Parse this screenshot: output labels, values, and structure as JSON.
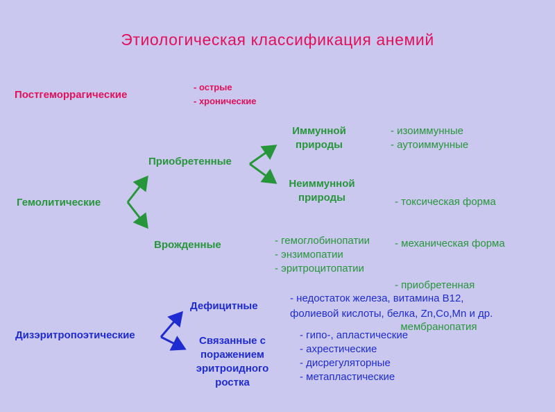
{
  "title": "Этиологическая  классификация  анемий",
  "posthemorrhagic": {
    "label": "Постгеморрагические",
    "items": [
      "- острые",
      "- хронические"
    ]
  },
  "hemolytic": {
    "label": "Гемолитические",
    "acquired": {
      "label": "Приобретенные",
      "immune": {
        "label_lines": [
          "Иммунной",
          "природы"
        ],
        "items": [
          "- изоиммунные",
          "- аутоиммунные"
        ]
      },
      "nonimmune": {
        "label_lines": [
          "Неиммунной",
          "природы"
        ],
        "items": [
          "- токсическая форма",
          "- механическая форма",
          "- приобретенная",
          "  мембранопатия"
        ]
      }
    },
    "congenital": {
      "label": "Врожденные",
      "items": [
        "- гемоглобинопатии",
        "- энзимопатии",
        "- эритроцитопатии"
      ]
    }
  },
  "dyserythropoietic": {
    "label": "Дизэритропоэтические",
    "deficient": {
      "label": "Дефицитные",
      "items": [
        "- недостаток железа, витамина В12,",
        "фолиевой кислоты, белка, Zn,Co,Mn и др."
      ]
    },
    "marrow": {
      "label_lines": [
        "Связанные с",
        "поражением",
        "эритроидного",
        "ростка"
      ],
      "items": [
        "- гипо-, апластические",
        "- ахрестические",
        "- дисрегуляторные",
        "- метапластические"
      ]
    }
  },
  "colors": {
    "background": "#cbc8ef",
    "pink": "#e0105a",
    "green": "#27963a",
    "blue": "#1e2bd0"
  }
}
